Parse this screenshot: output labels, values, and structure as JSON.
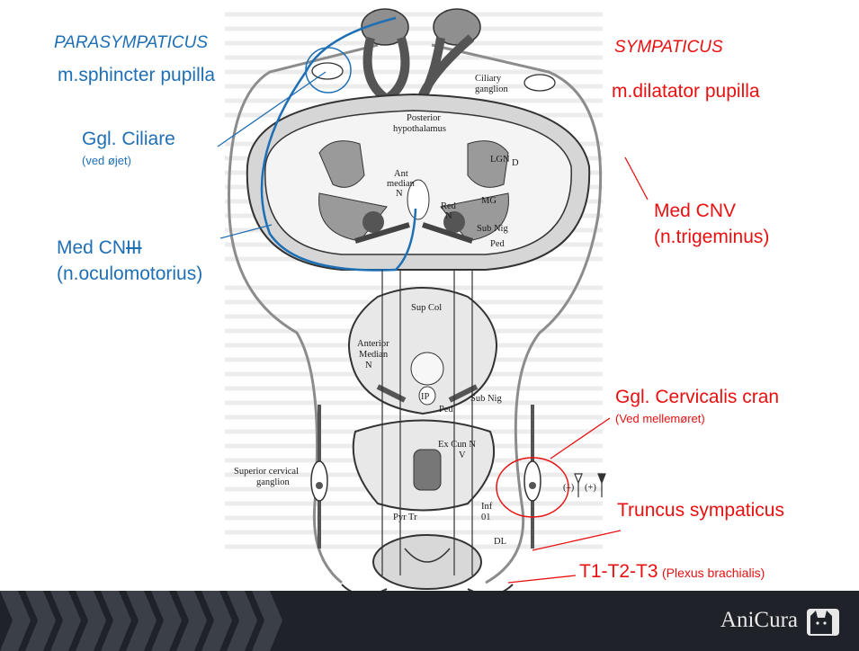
{
  "colors": {
    "parasympathetic": "#1f6fb5",
    "sympathetic": "#e81010",
    "footer_bg": "#1f2228",
    "footer_pattern": "#3a3f48"
  },
  "labels": {
    "parasympaticus_title": "PARASYMPATICUS",
    "sympaticus_title": "SYMPATICUS",
    "m_sphincter": "m.sphincter pupilla",
    "ggl_ciliare": "Ggl. Ciliare",
    "ggl_ciliare_note": "(ved øjet)",
    "med_cniii_prefix": "Med CN",
    "med_cniii_suffix": "III",
    "n_oculomotorius": "(n.oculomotorius)",
    "m_dilatator": "m.dilatator pupilla",
    "med_cnv": "Med CNV",
    "n_trigeminus": "(n.trigeminus)",
    "ggl_cervicalis": "Ggl. Cervicalis cran",
    "ggl_cervicalis_note": "(Ved mellemøret)",
    "truncus": "Truncus sympaticus",
    "t1t3": "T1-T2-T3",
    "t1t3_note": "(Plexus brachialis)"
  },
  "diagram_labels": {
    "ciliary_ganglion_1": "Ciliary",
    "ciliary_ganglion_2": "ganglion",
    "posterior_1": "Posterior",
    "posterior_2": "hypothalamus",
    "lgn": "LGN",
    "lgn_sub": "D",
    "ant_median_1": "Ant",
    "ant_median_2": "median",
    "ant_median_3": "N",
    "mg": "MG",
    "red_1": "Red",
    "red_2": "N",
    "sub_nig_1": "Sub Nig",
    "ped_1": "Ped",
    "sup_col": "Sup Col",
    "anterior_1": "Anterior",
    "anterior_2": "Median",
    "anterior_3": "N",
    "ip": "IP",
    "sub_nig_2": "Sub Nig",
    "ped_2": "Ped",
    "ex_cun_1": "Ex Cun N",
    "ex_cun_2": "V",
    "superior_1": "Superior cervical",
    "superior_2": "ganglion",
    "inf_1": "Inf",
    "inf_2": "01",
    "pyr_tr": "Pyr Tr",
    "dl": "DL",
    "legend_minus": "(–)",
    "legend_plus": "(+)"
  },
  "footer": {
    "logo_text": "AniCura"
  }
}
